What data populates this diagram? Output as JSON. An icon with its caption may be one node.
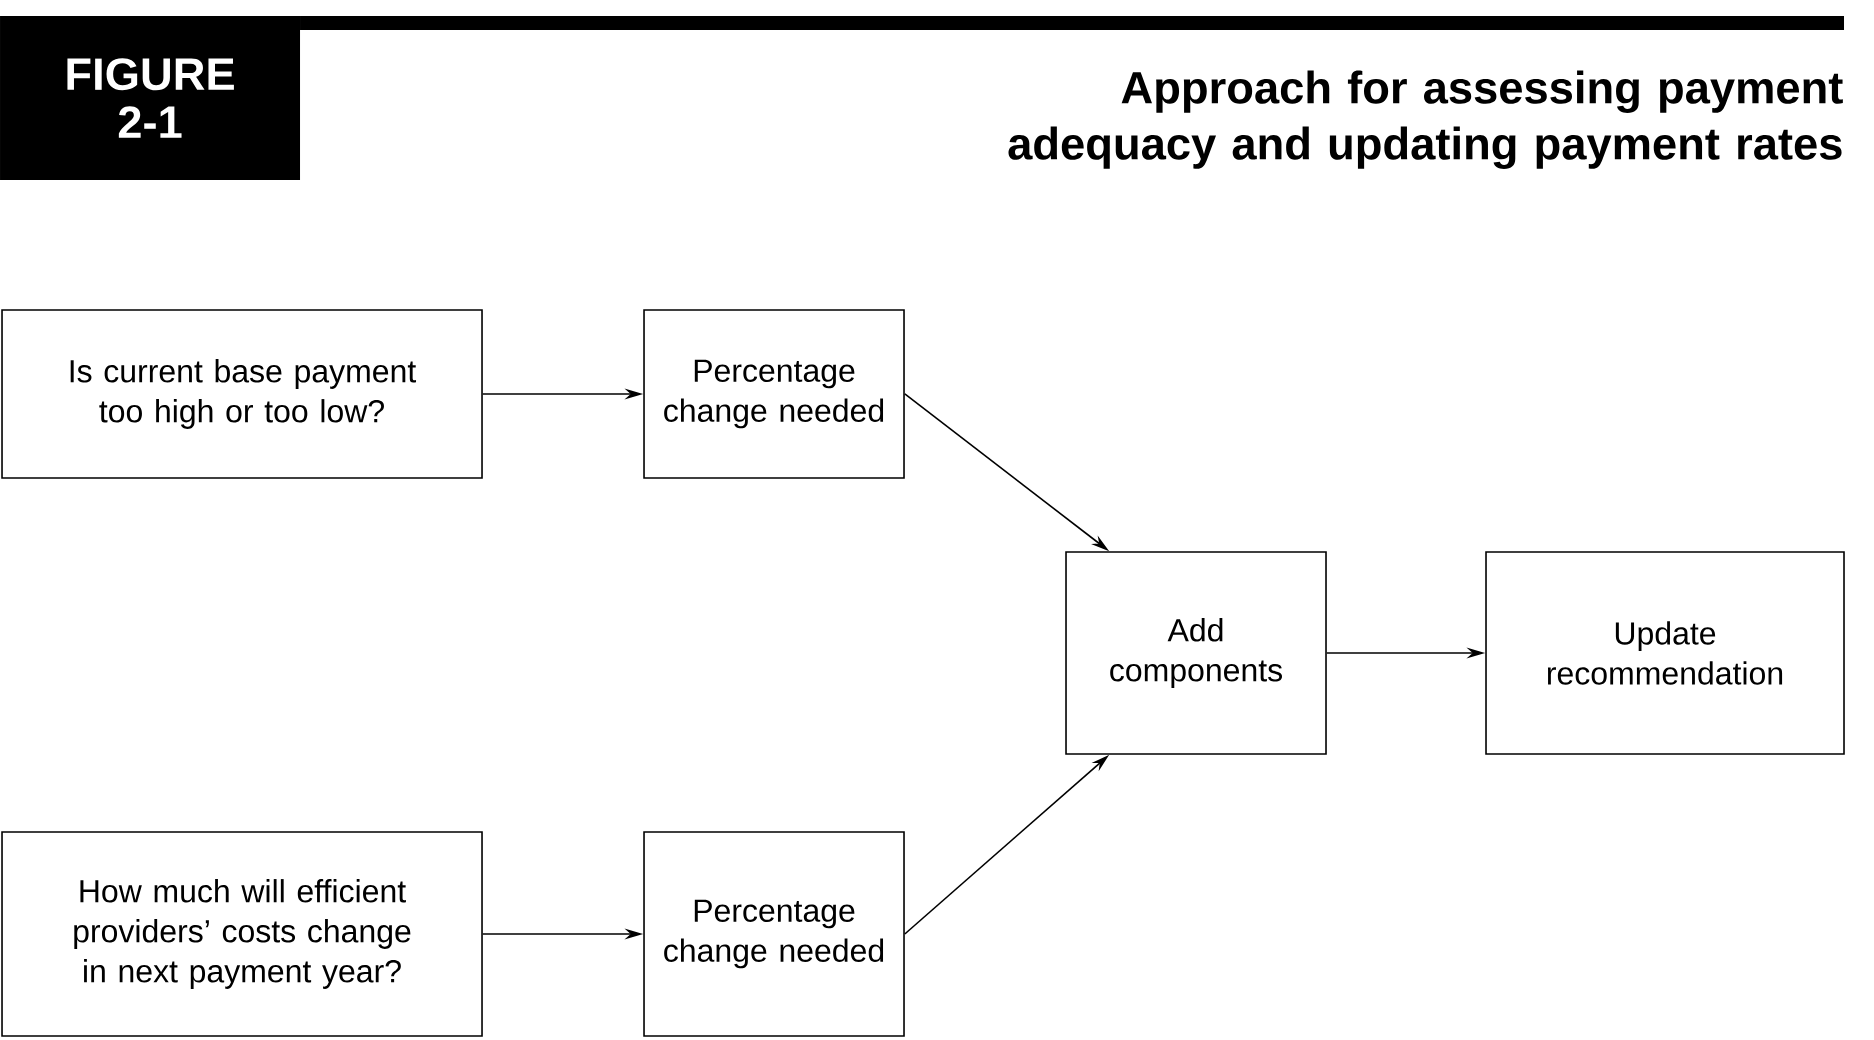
{
  "diagram": {
    "title": "Approach for assessing payment adequacy and updating payment rates",
    "nodes": [
      {
        "text": [
          "Is current base payment too high or too low?"
        ]
      },
      {
        "text": [
          "Percentage change needed"
        ]
      },
      {
        "text": [
          "Add components"
        ]
      },
      {
        "text": [
          "Update recommendation"
        ]
      },
      {
        "text": [
          "How much will efficient providers’ costs change in next payment year?"
        ]
      },
      {
        "text": [
          "Percentage change needed"
        ]
      }
    ],
    "edges": [
      {
        "from": 0,
        "to": 1,
        "arrow": "to"
      },
      {
        "from": 1,
        "to": 2,
        "arrow": "to"
      },
      {
        "from": 4,
        "to": 5,
        "arrow": "to"
      },
      {
        "from": 5,
        "to": 2,
        "arrow": "to"
      },
      {
        "from": 2,
        "to": 3,
        "arrow": "to"
      }
    ],
    "labels": [
      "FIGURE",
      "2-1"
    ]
  }
}
